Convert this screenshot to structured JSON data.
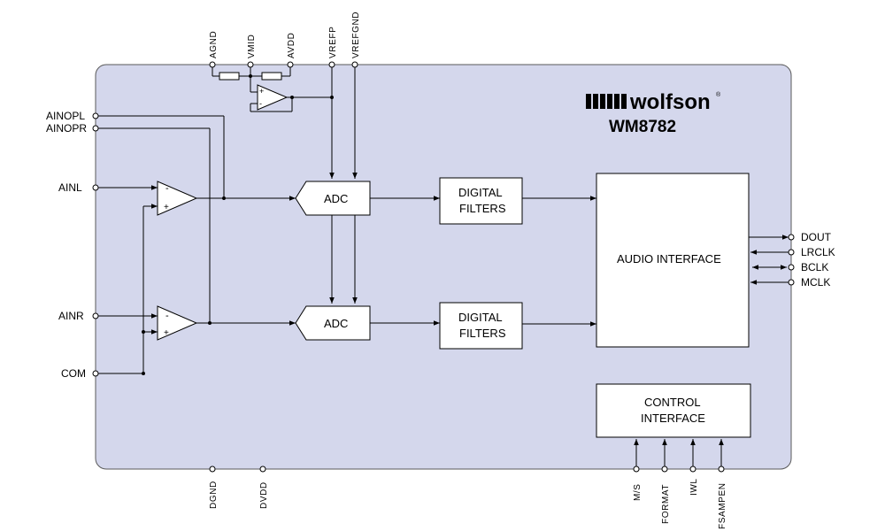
{
  "logo": {
    "brand": "wolfson",
    "trademark": "®",
    "part": "WM8782"
  },
  "colors": {
    "chip_fill": "#d4d7ec",
    "chip_stroke": "#5a5a5a",
    "wire": "#000000"
  },
  "top_pins": {
    "agnd": "AGND",
    "vmid": "VMID",
    "avdd": "AVDD",
    "vrefp": "VREFP",
    "vrefgnd": "VREFGND"
  },
  "left_pins": {
    "ainopl": "AINOPL",
    "ainopr": "AINOPR",
    "ainl": "AINL",
    "ainr": "AINR",
    "com": "COM"
  },
  "bottom_pins": {
    "dgnd": "DGND",
    "dvdd": "DVDD",
    "ms": "M/S",
    "format": "FORMAT",
    "iwl": "IWL",
    "fsampen": "FSAMPEN"
  },
  "right_pins": {
    "dout": "DOUT",
    "lrclk": "LRCLK",
    "bclk": "BCLK",
    "mclk": "MCLK"
  },
  "blocks": {
    "adc_top": "ADC",
    "adc_bottom": "ADC",
    "filters_top": [
      "DIGITAL",
      "FILTERS"
    ],
    "filters_bottom": [
      "DIGITAL",
      "FILTERS"
    ],
    "audio_interface": "AUDIO INTERFACE",
    "control_interface": [
      "CONTROL",
      "INTERFACE"
    ]
  },
  "opamp_signs": {
    "minus": "-",
    "plus": "+"
  }
}
